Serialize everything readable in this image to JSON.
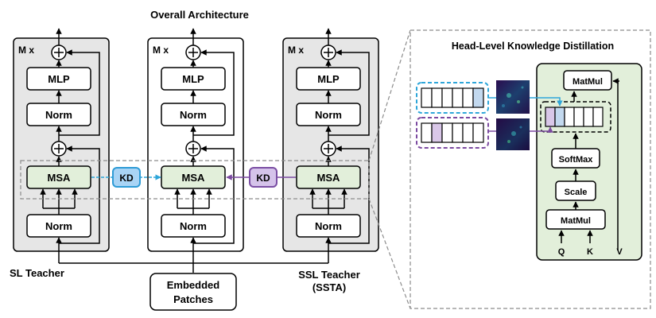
{
  "title": "Overall Architecture",
  "blocks": {
    "sl": {
      "repeat": "M x",
      "mlp": "MLP",
      "norm_top": "Norm",
      "msa": "MSA",
      "norm_bottom": "Norm",
      "caption": "SL Teacher"
    },
    "student": {
      "repeat": "M x",
      "mlp": "MLP",
      "norm_top": "Norm",
      "msa": "MSA",
      "norm_bottom": "Norm"
    },
    "ssl": {
      "repeat": "M x",
      "mlp": "MLP",
      "norm_top": "Norm",
      "msa": "MSA",
      "norm_bottom": "Norm",
      "caption_line1": "SSL Teacher",
      "caption_line2": "(SSTA)"
    }
  },
  "kd": {
    "left": "KD",
    "right": "KD"
  },
  "embedded": {
    "line1": "Embedded",
    "line2": "Patches"
  },
  "plus_symbol": "+",
  "head_kd": {
    "title": "Head-Level Knowledge Distillation",
    "matmul_top": "MatMul",
    "softmax": "SoftMax",
    "scale": "Scale",
    "matmul_bottom": "MatMul",
    "inputs": [
      "Q",
      "K",
      "V"
    ]
  },
  "colors": {
    "block_bg": "#e6e6e6",
    "msa_fill": "#e2efda",
    "kd_blue_fill": "#a9d4f5",
    "kd_blue_border": "#2e9bd6",
    "kd_purple_fill": "#d5c3ea",
    "kd_purple_border": "#7a4ea3",
    "blue_line": "#2ea6d9",
    "purple_line": "#7b4aa0",
    "cell_blue": "#c3d9ef",
    "cell_purple": "#d9c7e8",
    "attn_dark": "#1b0c3f"
  }
}
